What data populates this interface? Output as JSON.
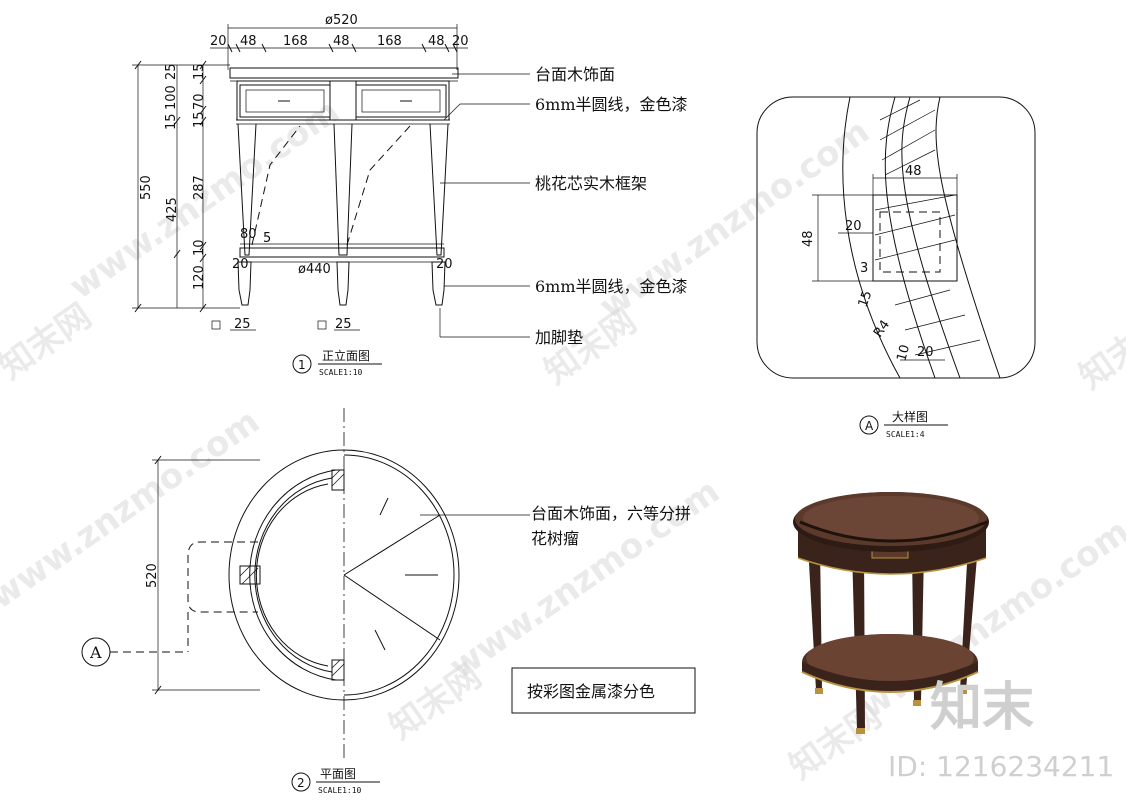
{
  "watermarks": {
    "site_cn": "知末网",
    "site_url": "www.znzmo.com",
    "brand": "知末",
    "id_label": "ID: 1216234211"
  },
  "elevation": {
    "top_overall_dim": "ø520",
    "top_segments": [
      "20",
      "48",
      "168",
      "48",
      "168",
      "48",
      "20"
    ],
    "left_dims_inner": [
      "25",
      "15",
      "100",
      "15",
      "70",
      "15",
      "287",
      "10",
      "120"
    ],
    "left_dims_outer": [
      "550",
      "425"
    ],
    "small_dims": [
      "80",
      "5",
      "20",
      "20"
    ],
    "bottom_dim": "ø440",
    "foot_dims": [
      "25",
      "25"
    ],
    "callouts": [
      "台面木饰面",
      "6mm半圆线，金色漆",
      "桃花芯实木框架",
      "6mm半圆线，金色漆",
      "加脚垫"
    ],
    "title_number": "1",
    "title": "正立面图",
    "scale": "SCALE1:10"
  },
  "detail": {
    "dims": [
      "48",
      "20",
      "48",
      "3",
      "15",
      "R4",
      "10",
      "20"
    ],
    "title_letter": "A",
    "title": "大样图",
    "scale": "SCALE1:4"
  },
  "plan": {
    "dim_vertical": "520",
    "section_marker": "A",
    "callout": "台面木饰面，六等分拼\n花树瘤",
    "callout_line1": "台面木饰面，六等分拼",
    "callout_line2": "花树瘤",
    "title_number": "2",
    "title": "平面图",
    "scale": "SCALE1:10"
  },
  "note_box": "按彩图金属漆分色",
  "colors": {
    "wood_dark": "#3a231b",
    "wood_mid": "#5b3a2c",
    "gold": "#b8923e",
    "watermark": "#d9d9d9"
  }
}
